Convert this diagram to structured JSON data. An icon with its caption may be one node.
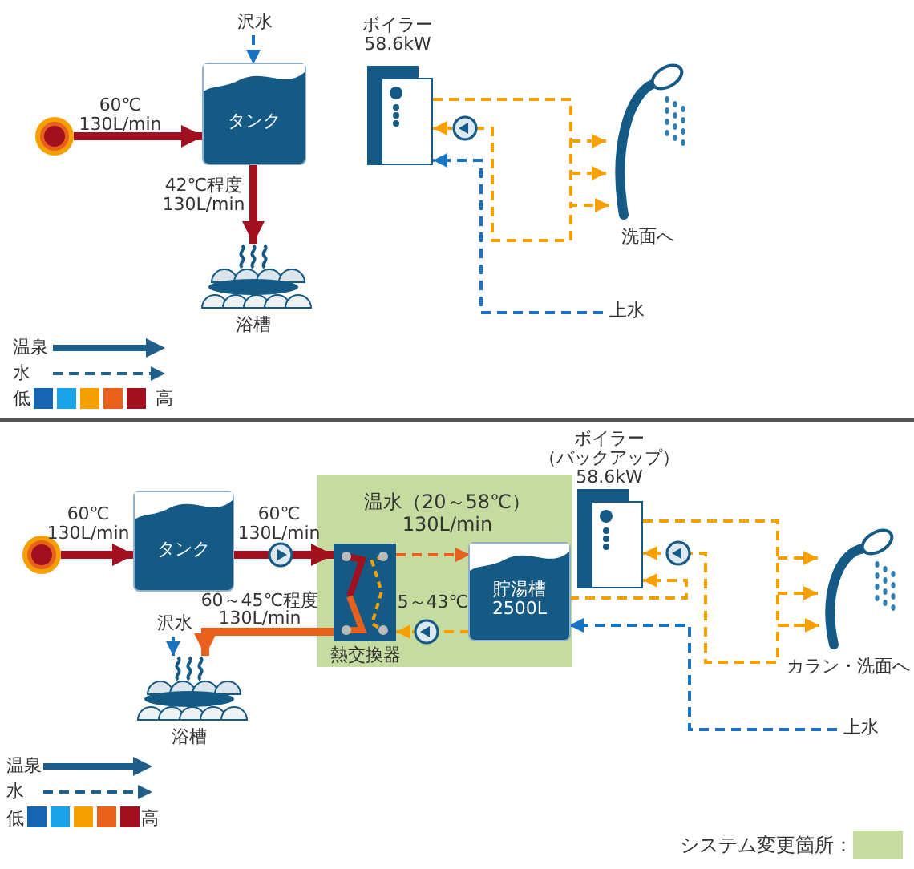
{
  "diagram": {
    "nodes": [
      {
        "text": [],
        "shape": "circle"
      },
      {
        "text": [
          "タンク"
        ]
      },
      {
        "text": [
          "沢水"
        ]
      },
      {
        "text": [
          "浴槽"
        ]
      },
      {
        "text": [
          "ボイラー",
          "58.6kW"
        ]
      },
      {
        "text": [
          "洗面へ"
        ]
      },
      {
        "text": [
          "上水"
        ]
      },
      {
        "text": [],
        "shape": "circle"
      },
      {
        "text": [
          "タンク"
        ]
      },
      {
        "text": [],
        "shape": "box"
      },
      {
        "text": [
          "熱交換器"
        ],
        "in": 9
      },
      {
        "text": [
          "貯湯槽 2500L"
        ],
        "in": 9
      },
      {
        "text": [
          "沢水"
        ]
      },
      {
        "text": [
          "浴槽"
        ]
      },
      {
        "text": [
          "ボイラー",
          "（バックアップ）",
          "58.6kW"
        ]
      },
      {
        "text": [
          "カラン・洗面へ"
        ]
      },
      {
        "text": [
          "上水"
        ]
      }
    ],
    "edges": [
      {
        "from": 0,
        "to": 1,
        "arrow": "to",
        "label": "60℃ 130L/min",
        "style": "thick",
        "color": "#a0101e"
      },
      {
        "from": 2,
        "to": 1,
        "arrow": "to",
        "style": "dashed",
        "color": "#1a73c0"
      },
      {
        "from": 1,
        "to": 3,
        "arrow": "to",
        "label": "42℃程度 130L/min",
        "style": "thick",
        "color": "#a0101e"
      },
      {
        "from": 4,
        "to": 5,
        "arrow": "to",
        "style": "dashed",
        "color": "#f5a000"
      },
      {
        "from": 5,
        "to": 4,
        "arrow": "to",
        "style": "dashed",
        "color": "#f5a000"
      },
      {
        "from": 6,
        "to": 4,
        "arrow": "to",
        "style": "dashed",
        "color": "#1a73c0"
      },
      {
        "from": 7,
        "to": 8,
        "arrow": "to",
        "label": "60℃ 130L/min",
        "style": "thick",
        "color": "#a0101e"
      },
      {
        "from": 8,
        "to": 10,
        "arrow": "to",
        "label": "60℃ 130L/min",
        "style": "thick",
        "color": "#a0101e"
      },
      {
        "from": 10,
        "to": 11,
        "arrow": "to",
        "label": "温水（20～58℃） 130L/min",
        "style": "dashed",
        "color": "#e8601c"
      },
      {
        "from": 11,
        "to": 10,
        "arrow": "to",
        "label": "5～43℃",
        "style": "dashed",
        "color": "#f5a000"
      },
      {
        "from": 10,
        "to": 13,
        "arrow": "to",
        "label": "60～45℃程度 130L/min",
        "style": "thick",
        "color": "#e8601c"
      },
      {
        "from": 12,
        "to": 13,
        "arrow": "to",
        "style": "dashed",
        "color": "#1a73c0"
      },
      {
        "from": 14,
        "to": 15,
        "arrow": "to",
        "style": "dashed",
        "color": "#f5a000"
      },
      {
        "from": 15,
        "to": 14,
        "arrow": "to",
        "style": "dashed",
        "color": "#f5a000"
      },
      {
        "from": 11,
        "to": 14,
        "arrow": "to",
        "style": "dashed",
        "color": "#f5a000"
      },
      {
        "from": 16,
        "to": 11,
        "arrow": "to",
        "style": "dashed",
        "color": "#1a73c0"
      }
    ],
    "labels": [
      "低",
      "高",
      "低",
      "高"
    ],
    "legend": [
      {
        "text": "温泉"
      },
      {
        "text": "水"
      },
      {
        "text": "温泉"
      },
      {
        "text": "水"
      },
      {
        "text": "システム変更箇所：",
        "color": "#c6dba0"
      }
    ]
  }
}
